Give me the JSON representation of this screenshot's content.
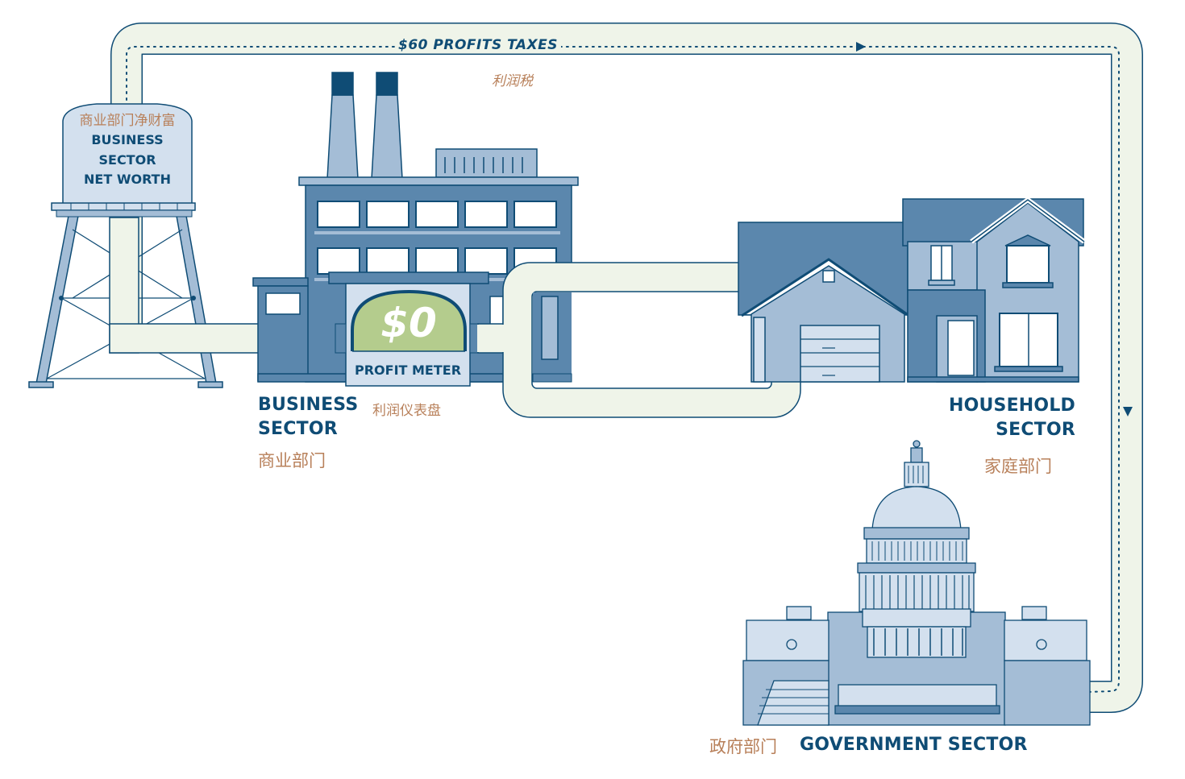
{
  "flows": {
    "profits_taxes_label": "$60 PROFITS TAXES",
    "profits_taxes_label_zh": "利润税"
  },
  "water_tower": {
    "label_zh": "商业部门净财富",
    "label_lines": [
      "BUSINESS",
      "SECTOR",
      "NET WORTH"
    ]
  },
  "profit_meter": {
    "value": "$0",
    "caption": "PROFIT METER",
    "caption_zh": "利润仪表盘"
  },
  "business_sector": {
    "label_lines": [
      "BUSINESS",
      "SECTOR"
    ],
    "label_zh": "商业部门"
  },
  "household_sector": {
    "label_lines": [
      "HOUSEHOLD",
      "SECTOR"
    ],
    "label_zh": "家庭部门"
  },
  "government_sector": {
    "label": "GOVERNMENT SECTOR",
    "label_zh": "政府部门"
  },
  "colors": {
    "dark_blue": "#0f4c75",
    "mid_blue": "#5b87ad",
    "light_blue": "#a4bdd6",
    "pale_blue": "#d3e0ee",
    "pipe_fill": "#eff4e9",
    "meter_green": "#b4cc8d",
    "chinese_label": "#b8805a"
  }
}
